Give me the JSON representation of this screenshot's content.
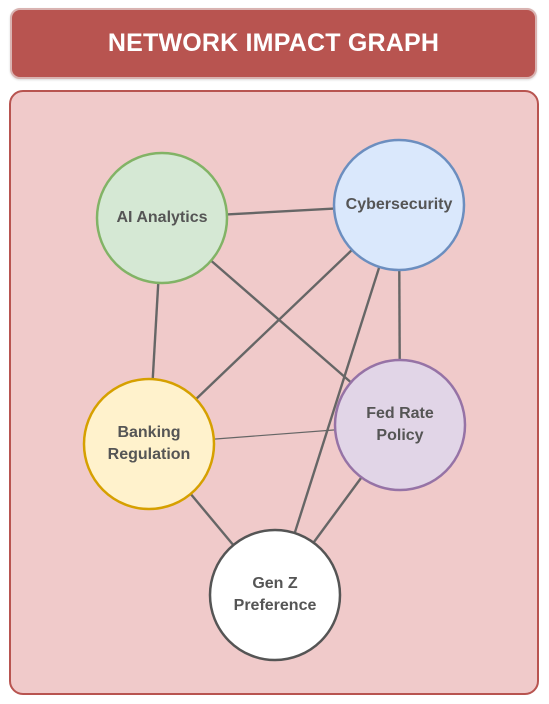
{
  "title": "NETWORK IMPACT GRAPH",
  "nodes": [
    {
      "id": "ai",
      "lines": [
        "AI Analytics"
      ],
      "fill": "#d5e8d4",
      "stroke": "#82b366"
    },
    {
      "id": "cyber",
      "lines": [
        "Cybersecurity"
      ],
      "fill": "#dae8fc",
      "stroke": "#6c8ebf"
    },
    {
      "id": "fed",
      "lines": [
        "Fed Rate",
        "Policy"
      ],
      "fill": "#e1d5e7",
      "stroke": "#9673a6"
    },
    {
      "id": "banking",
      "lines": [
        "Banking",
        "Regulation"
      ],
      "fill": "#fff2cc",
      "stroke": "#d6a000"
    },
    {
      "id": "genz",
      "lines": [
        "Gen Z",
        "Preference"
      ],
      "fill": "#ffffff",
      "stroke": "#555555"
    }
  ],
  "edges": [
    [
      "ai",
      "cyber"
    ],
    [
      "ai",
      "banking"
    ],
    [
      "ai",
      "fed"
    ],
    [
      "cyber",
      "banking"
    ],
    [
      "cyber",
      "fed"
    ],
    [
      "cyber",
      "genz"
    ],
    [
      "banking",
      "fed"
    ],
    [
      "banking",
      "genz"
    ],
    [
      "fed",
      "genz"
    ]
  ],
  "colors": {
    "title_bg": "#b85450",
    "panel_bg": "#f0caca",
    "panel_border": "#b85450",
    "edge": "#666666"
  }
}
